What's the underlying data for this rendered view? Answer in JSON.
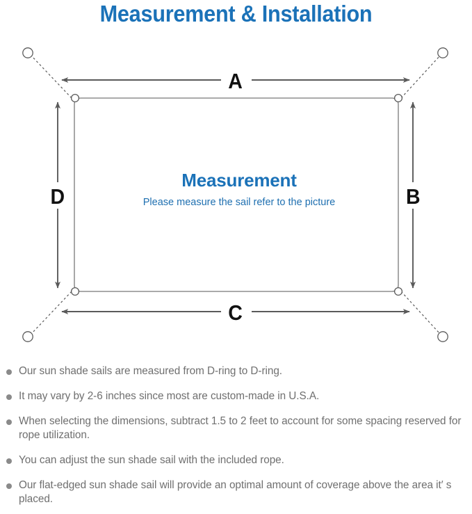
{
  "header": {
    "title": "Measurement & Installation",
    "title_color": "#1b72b8"
  },
  "diagram": {
    "name": "sun-shade-sail-measurement-diagram",
    "center_title": "Measurement",
    "center_subtitle": "Please measure the sail refer to the picture",
    "accent_color": "#1b72b8",
    "line_color": "#5a5a5a",
    "sail_outline_color": "#777777",
    "dimension_labels": {
      "top": "A",
      "right": "B",
      "bottom": "C",
      "left": "D"
    },
    "anchor_point_count": 4,
    "d_ring_count": 4
  },
  "notes": {
    "bullet_color": "#8a8a8a",
    "text_color": "#6f6f6f",
    "items": [
      "Our sun shade sails are measured from D-ring to D-ring.",
      "It may vary by 2-6 inches since most are custom-made in U.S.A.",
      "When selecting the dimensions, subtract 1.5 to 2 feet to account for some spacing reserved for rope utilization.",
      "You can adjust the sun shade sail with the included rope.",
      "Our flat-edged sun shade sail will provide an optimal amount of coverage above the area it′ s placed."
    ]
  }
}
